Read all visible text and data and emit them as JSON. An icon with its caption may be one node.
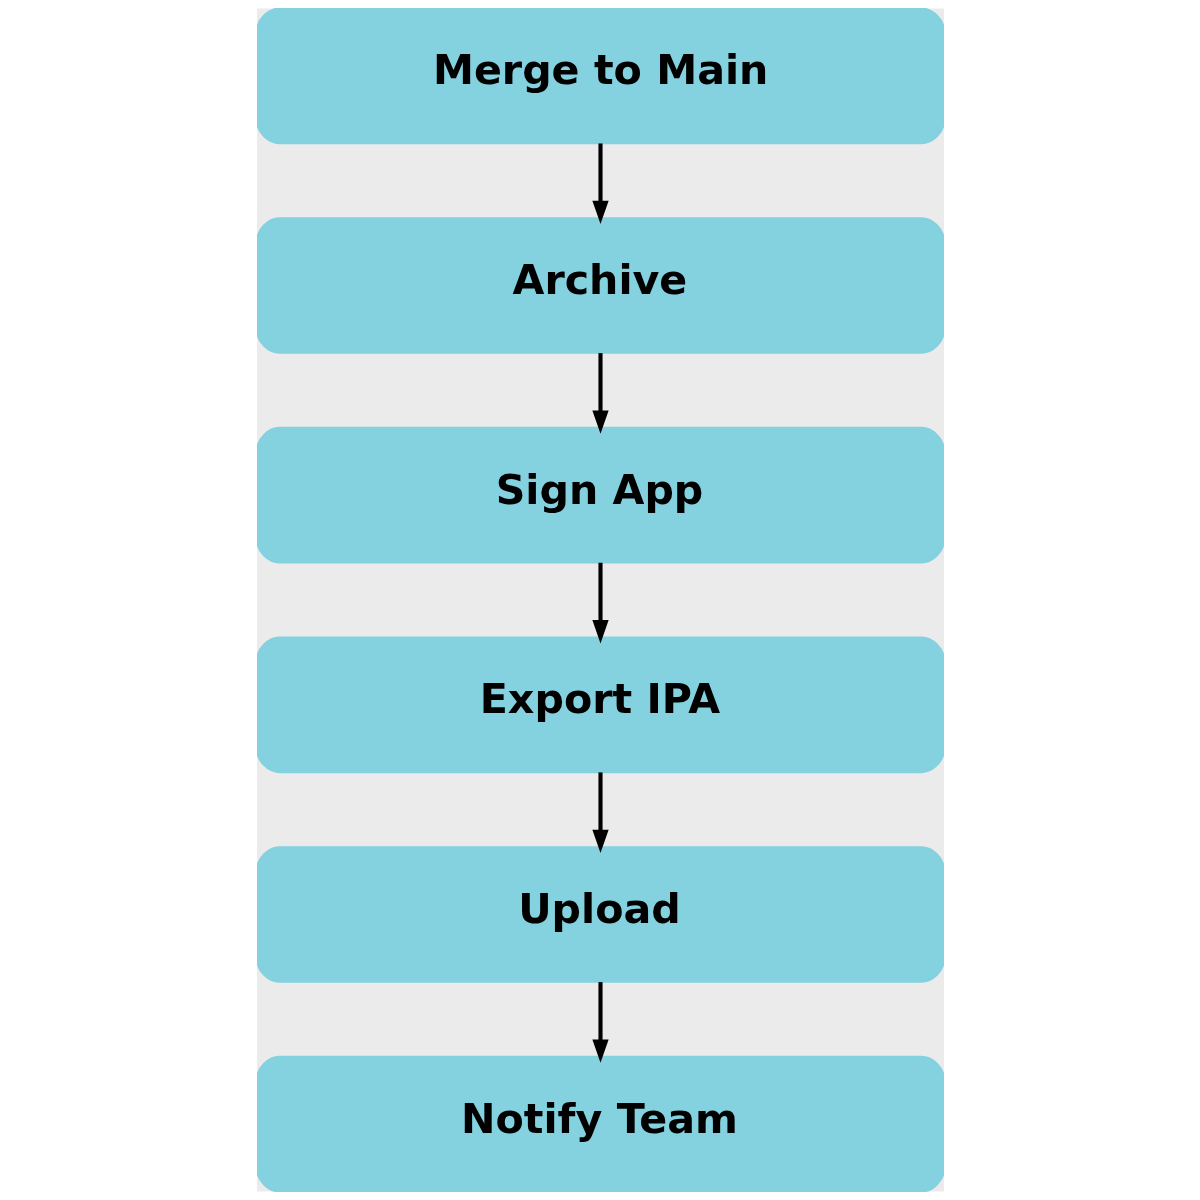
{
  "diagram": {
    "nodes": [
      {
        "text": [
          "Merge to Main"
        ]
      },
      {
        "text": [
          "Archive"
        ]
      },
      {
        "text": [
          "Sign App"
        ]
      },
      {
        "text": [
          "Export IPA"
        ]
      },
      {
        "text": [
          "Upload"
        ]
      },
      {
        "text": [
          "Notify Team"
        ]
      }
    ],
    "edges": [
      {
        "from": 0,
        "to": 1,
        "arrow": "to"
      },
      {
        "from": 1,
        "to": 2,
        "arrow": "to"
      },
      {
        "from": 2,
        "to": 3,
        "arrow": "to"
      },
      {
        "from": 3,
        "to": 4,
        "arrow": "to"
      },
      {
        "from": 4,
        "to": 5,
        "arrow": "to"
      }
    ]
  }
}
